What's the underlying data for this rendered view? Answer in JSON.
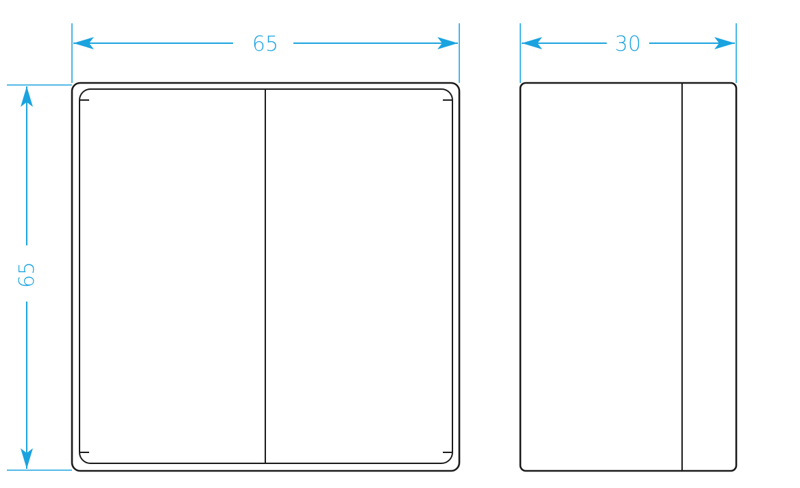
{
  "colors": {
    "dimension": "#1aa3df",
    "outline": "#1a1a1a",
    "background": "#ffffff"
  },
  "front_view": {
    "width_label": "65",
    "height_label": "65"
  },
  "side_view": {
    "depth_label": "30"
  }
}
